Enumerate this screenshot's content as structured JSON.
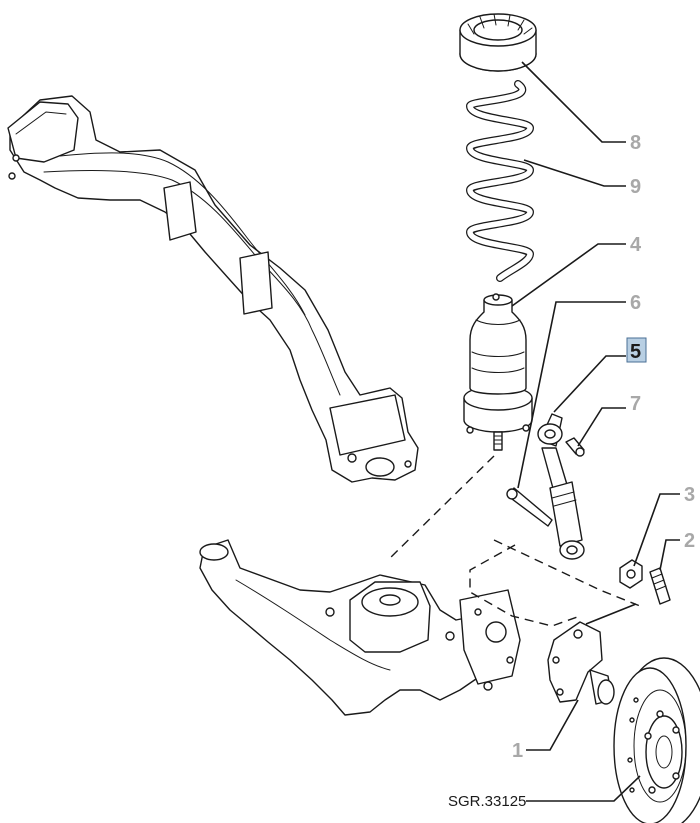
{
  "callouts": [
    {
      "id": "1",
      "label": "1",
      "highlighted": false
    },
    {
      "id": "2",
      "label": "2",
      "highlighted": false
    },
    {
      "id": "3",
      "label": "3",
      "highlighted": false
    },
    {
      "id": "4",
      "label": "4",
      "highlighted": false
    },
    {
      "id": "5",
      "label": "5",
      "highlighted": true
    },
    {
      "id": "6",
      "label": "6",
      "highlighted": false
    },
    {
      "id": "7",
      "label": "7",
      "highlighted": false
    },
    {
      "id": "8",
      "label": "8",
      "highlighted": false
    },
    {
      "id": "9",
      "label": "9",
      "highlighted": false
    }
  ],
  "reference_code": "SGR.33125",
  "colors": {
    "line": "#1a1a1a",
    "callout_text": "#a8a8a8",
    "highlight_fill": "#b8cfe3"
  }
}
